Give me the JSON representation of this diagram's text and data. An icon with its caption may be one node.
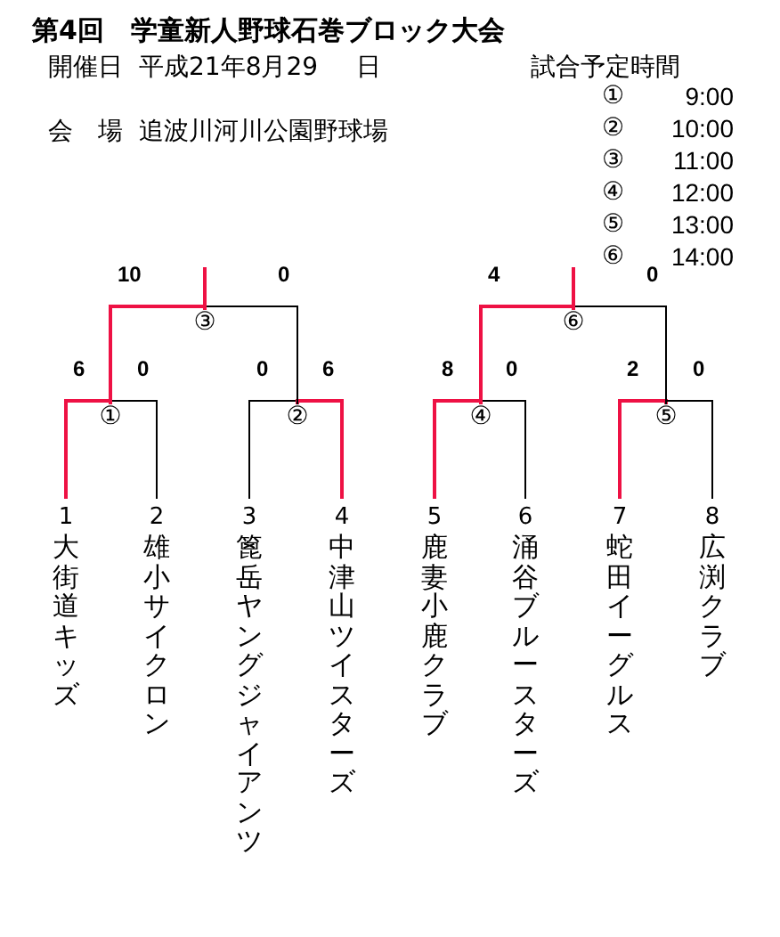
{
  "diagram": {
    "title": "第4回　学童新人野球石巻ブロック大会",
    "nodes": [
      {
        "text": [
          "1",
          "大街道キッズ"
        ]
      },
      {
        "text": [
          "2",
          "雄小サイクロン"
        ]
      },
      {
        "text": [
          "3",
          "篦岳ヤングジャイアンツ"
        ]
      },
      {
        "text": [
          "4",
          "中津山ツイスターズ"
        ]
      },
      {
        "text": [
          "5",
          "鹿妻小鹿クラブ"
        ]
      },
      {
        "text": [
          "6",
          "涌谷ブルースターズ"
        ]
      },
      {
        "text": [
          "7",
          "蛇田イーグルス"
        ]
      },
      {
        "text": [
          "8",
          "広渕クラブ"
        ]
      },
      {
        "text": [
          "①"
        ]
      },
      {
        "text": [
          "②"
        ]
      },
      {
        "text": [
          "③"
        ]
      },
      {
        "text": [
          "④"
        ]
      },
      {
        "text": [
          "⑤"
        ]
      },
      {
        "text": [
          "⑥"
        ]
      }
    ],
    "edges": [
      {
        "from": 0,
        "to": 8,
        "arrow": "none",
        "label": "6"
      },
      {
        "from": 1,
        "to": 8,
        "arrow": "none",
        "label": "0",
        "color": "#000000"
      },
      {
        "from": 2,
        "to": 9,
        "arrow": "none",
        "label": "0",
        "color": "#000000"
      },
      {
        "from": 3,
        "to": 9,
        "arrow": "none",
        "label": "6"
      },
      {
        "from": 4,
        "to": 11,
        "arrow": "none",
        "label": "8"
      },
      {
        "from": 5,
        "to": 11,
        "arrow": "none",
        "label": "0",
        "color": "#000000"
      },
      {
        "from": 6,
        "to": 12,
        "arrow": "none",
        "label": "2"
      },
      {
        "from": 7,
        "to": 12,
        "arrow": "none",
        "label": "0",
        "color": "#000000"
      },
      {
        "from": 8,
        "to": 10,
        "arrow": "none",
        "label": "10"
      },
      {
        "from": 9,
        "to": 10,
        "arrow": "none",
        "label": "0",
        "color": "#000000"
      },
      {
        "from": 11,
        "to": 13,
        "arrow": "none",
        "label": "4"
      },
      {
        "from": 12,
        "to": 13,
        "arrow": "none",
        "label": "0",
        "color": "#000000"
      },
      {
        "from": 10,
        "to": null,
        "arrow": "none"
      },
      {
        "from": 13,
        "to": null,
        "arrow": "none"
      }
    ],
    "labels": [
      "開催日",
      "平成21年8月29",
      "日",
      "試合予定時間",
      "会　場",
      "追波川河川公園野球場",
      "①",
      "9:00",
      "②",
      "10:00",
      "③",
      "11:00",
      "④",
      "12:00",
      "⑤",
      "13:00",
      "⑥",
      "14:00"
    ]
  }
}
